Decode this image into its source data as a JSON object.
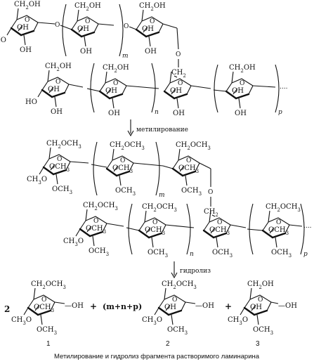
{
  "caption": "Метилирование и гидролиз фрагмента растворимого ламинарина",
  "arrows": {
    "methylation": "метилирование",
    "hydrolysis": "гидролиз"
  },
  "groups": {
    "ch2oh": "CH2OH",
    "ch2och3": "CH2OCH3",
    "ch2_bridge": "CH2",
    "oh": "OH",
    "ho": "HO",
    "och3": "OCH3",
    "ch3o": "CH3O",
    "o": "O",
    "ch3": "CH3"
  },
  "subscripts": {
    "m": "m",
    "n": "n",
    "p": "p"
  },
  "products": {
    "coefficient": "2",
    "plus": "+",
    "coefficient2": "(m+n+p)",
    "labels": [
      "1",
      "2",
      "3"
    ]
  },
  "ellipsis": "...."
}
